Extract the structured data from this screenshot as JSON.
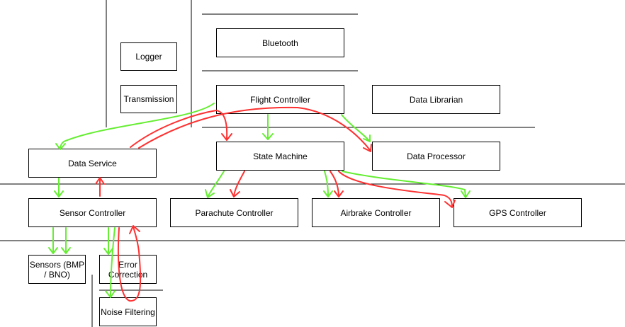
{
  "colors": {
    "line": "#000000",
    "box_border": "#000000",
    "green_arrow": "#66ee33",
    "red_arrow": "#ff3030"
  },
  "boxes": {
    "logger": "Logger",
    "transmission": "Transmission",
    "bluetooth": "Bluetooth",
    "flight_controller": "Flight Controller",
    "data_librarian": "Data Librarian",
    "data_service": "Data Service",
    "state_machine": "State Machine",
    "data_processor": "Data Processor",
    "sensor_controller": "Sensor Controller",
    "parachute_controller": "Parachute Controller",
    "airbrake_controller": "Airbrake Controller",
    "gps_controller": "GPS Controller",
    "sensors": "Sensors (BMP\n/ BNO)",
    "error_correction": "Error\nCorrection",
    "noise_filtering": "Noise Filtering"
  }
}
